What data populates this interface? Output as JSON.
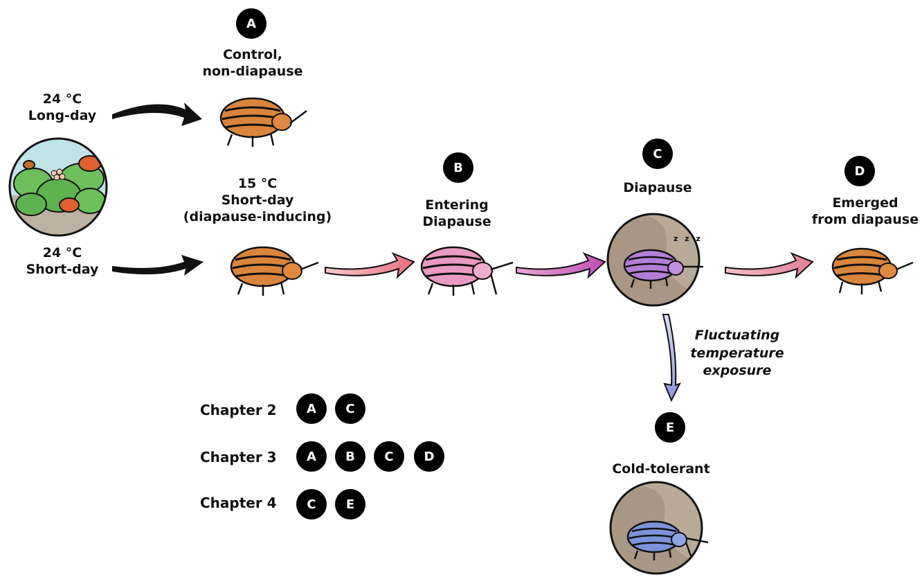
{
  "conditions": {
    "long_day": {
      "temp": "24 °C",
      "photoperiod": "Long-day"
    },
    "short_day": {
      "temp": "24 °C",
      "photoperiod": "Short-day"
    }
  },
  "stages": {
    "A": {
      "badge": "A",
      "line1": "Control,",
      "line2": "non-diapause"
    },
    "treatment": {
      "line1": "15 °C",
      "line2": "Short-day",
      "line3": "(diapause-inducing)"
    },
    "B": {
      "badge": "B",
      "line1": "Entering",
      "line2": "Diapause"
    },
    "C": {
      "badge": "C",
      "line1": "Diapause"
    },
    "D": {
      "badge": "D",
      "line1": "Emerged",
      "line2": "from diapause"
    },
    "E": {
      "badge": "E",
      "line1": "Cold-tolerant"
    }
  },
  "sleep_text": "z z z",
  "fluctuating": {
    "line1": "Fluctuating",
    "line2": "temperature",
    "line3": "exposure"
  },
  "chapters": [
    {
      "label": "Chapter 2",
      "badges": [
        "A",
        "C"
      ]
    },
    {
      "label": "Chapter 3",
      "badges": [
        "A",
        "B",
        "C",
        "D"
      ]
    },
    {
      "label": "Chapter 4",
      "badges": [
        "C",
        "E"
      ]
    }
  ],
  "colors": {
    "beetle_orange": "#d9853b",
    "beetle_pink": "#e99ac4",
    "beetle_purple": "#b27fd6",
    "beetle_blue": "#7c93d9",
    "soil": "#b9aa98",
    "leaf": "#6cbf5a",
    "sky": "#bfe3e6"
  }
}
